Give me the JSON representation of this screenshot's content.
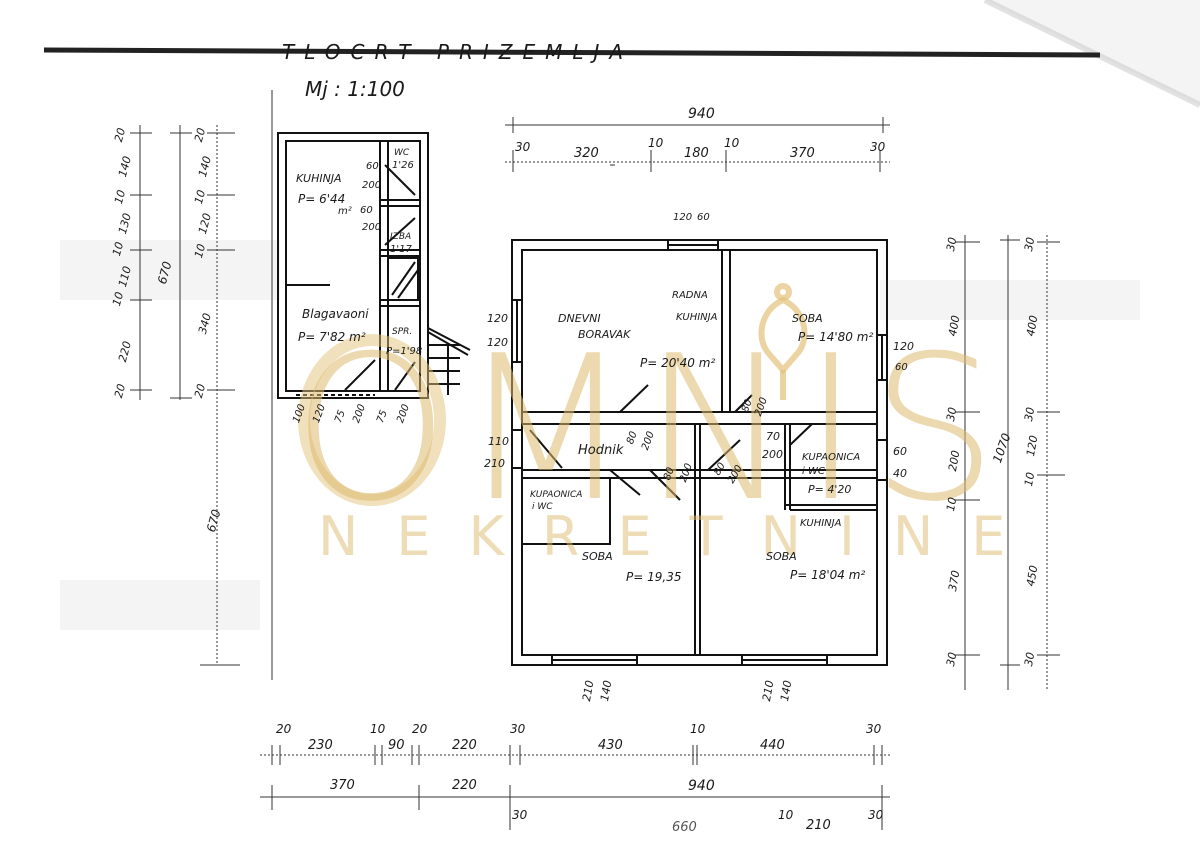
{
  "title": {
    "heading": "TLOCRT PRIZEMLJA",
    "scale": "Mj : 1:100"
  },
  "rooms": {
    "kuhinja_left": {
      "name": "KUHINJA",
      "area": "P= 6'44",
      "unit": "m²"
    },
    "wc_small": {
      "name": "WC",
      "area": "1'26"
    },
    "izba": {
      "name": "IZBA",
      "area": "1'17"
    },
    "blagavaonica": {
      "name": "Blagavaoni",
      "area": "P= 7'82 m²"
    },
    "spremiste": {
      "name": "SPR.",
      "area": "P=1'98"
    },
    "dnevni_boravak": {
      "name_line1": "DNEVNI",
      "name_line2": "BORAVAK",
      "area": "P= 20'40 m²"
    },
    "radna_kuhinja": {
      "name_line1": "RADNA",
      "name_line2": "KUHINJA"
    },
    "soba_ne": {
      "name": "SOBA",
      "area": "P= 14'80 m²"
    },
    "hodnik": {
      "name": "Hodnik"
    },
    "kupaonica_e": {
      "name_line1": "KUPAONICA",
      "name_line2": "i WC",
      "area": "P= 4'20"
    },
    "kupaonica_w": {
      "name_line1": "KUPAONICA",
      "name_line2": "i WC"
    },
    "kuhinja_se": {
      "name": "KUHINJA"
    },
    "soba_sw": {
      "name": "SOBA",
      "area": "P= 19,35"
    },
    "soba_se": {
      "name": "SOBA",
      "area": "P= 18'04 m²"
    }
  },
  "openings": {
    "wc_door": [
      "60",
      "200"
    ],
    "izba_door": [
      "60",
      "200"
    ],
    "top_window": [
      "120",
      "60"
    ],
    "west_window": [
      "120",
      "120"
    ],
    "east_window": [
      "120",
      "60"
    ],
    "entry_door": [
      "110",
      "210"
    ],
    "east_small_window": [
      "60",
      "40"
    ],
    "dining_window": [
      "100",
      "120"
    ],
    "dining_door": [
      "75",
      "200"
    ],
    "spr_door": [
      "75",
      "200"
    ],
    "boravak_door": [
      "80",
      "200"
    ],
    "kitchen_door": [
      "80",
      "200"
    ],
    "bath_door": [
      "70",
      "200"
    ],
    "hall_door1": [
      "80",
      "200"
    ],
    "hall_door2": [
      "80",
      "200"
    ],
    "south_window1": [
      "210",
      "140"
    ],
    "south_window2": [
      "210",
      "140"
    ]
  },
  "dimensions": {
    "top_overall": "940",
    "top_chain": [
      "30",
      "320",
      "10",
      "180",
      "10",
      "370",
      "30"
    ],
    "left_chain_a": [
      "20",
      "140",
      "10",
      "130",
      "10",
      "110",
      "10",
      "220",
      "20"
    ],
    "left_overall": "670",
    "left_chain_b": [
      "20",
      "140",
      "10",
      "120",
      "10",
      "340",
      "20"
    ],
    "left_lower": "670",
    "right_chain_a": [
      "30",
      "400",
      "30",
      "200",
      "10",
      "370",
      "30"
    ],
    "right_overall": "1070",
    "right_chain_b": [
      "30",
      "400",
      "30",
      "120",
      "10",
      "450",
      "30"
    ],
    "bottom_chain_a": [
      "20",
      "230",
      "10",
      "90",
      "20",
      "220",
      "30",
      "430",
      "10",
      "440",
      "30"
    ],
    "bottom_chain_b": [
      "370",
      "220",
      "940"
    ],
    "bottom_chain_c": [
      "30",
      "660",
      "10",
      "210",
      "30"
    ]
  },
  "watermark": {
    "brand": "OMNIS",
    "subtitle": "NEKRETNINE",
    "color": "#e2c27a"
  }
}
